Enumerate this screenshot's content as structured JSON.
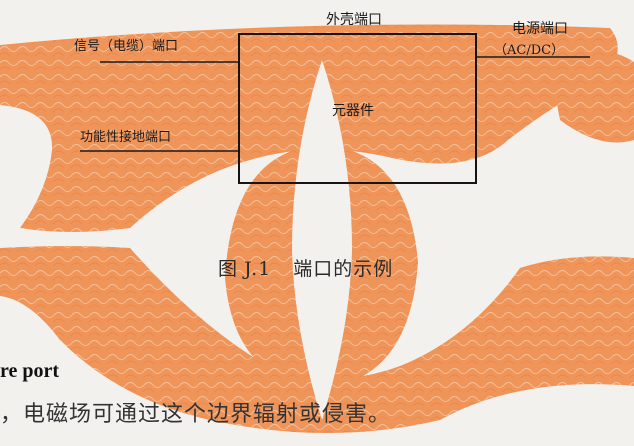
{
  "figure": {
    "labels": {
      "enclosure_port": "外壳端口",
      "power_port": "电源端口",
      "power_port_sub": "（AC/DC）",
      "signal_port": "信号（电缆）端口",
      "component": "元器件",
      "functional_earth_port": "功能性接地端口"
    },
    "caption_prefix": "图",
    "caption_number": "J.1",
    "caption_title": "端口的示例"
  },
  "heading_fragment": "re port",
  "body_fragment": "，电磁场可通过这个边界辐射或侵害。",
  "colors": {
    "orange": "#f0955a",
    "page_background": "#f3f1ee"
  }
}
